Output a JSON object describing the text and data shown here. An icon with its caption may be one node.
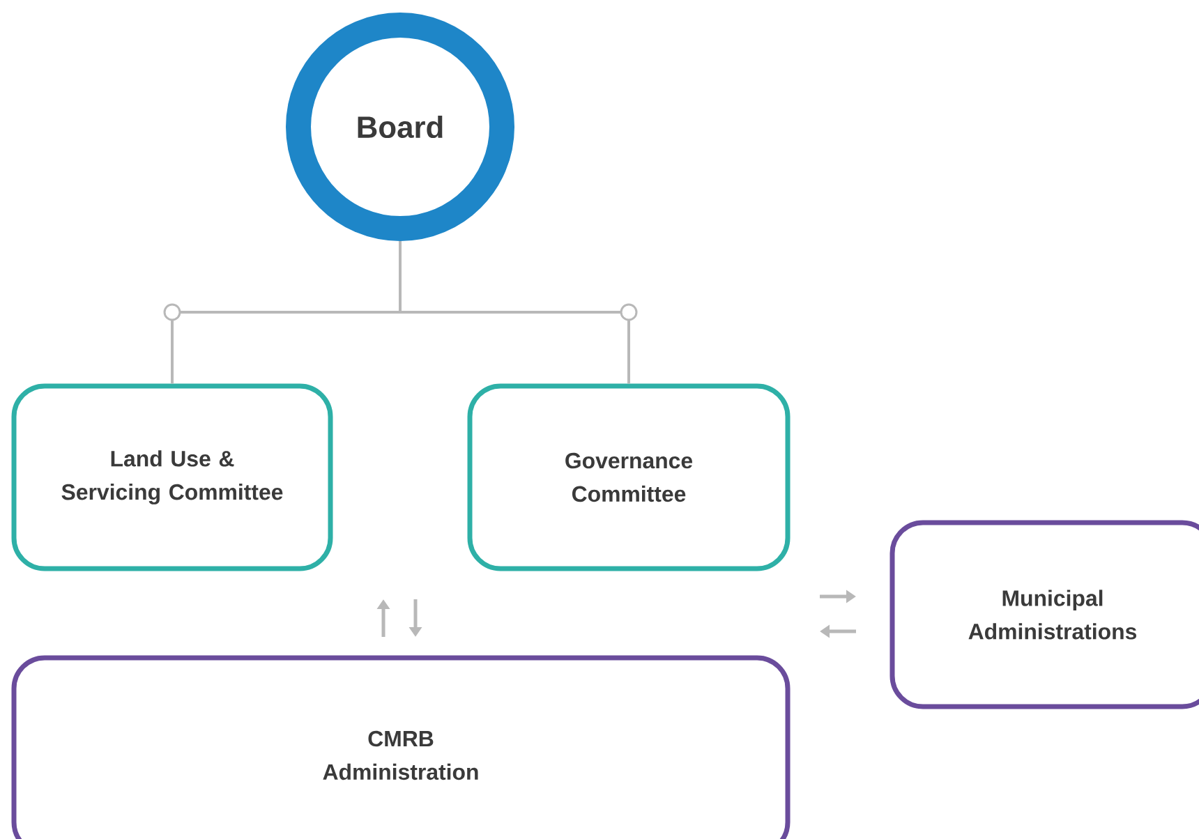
{
  "diagram": {
    "nodes": [
      {
        "text": [
          "Board"
        ]
      },
      {
        "text": [
          "Land Use & Servicing Committee"
        ]
      },
      {
        "text": [
          "Governance Committee"
        ]
      },
      {
        "text": [
          "Municipal Administrations"
        ]
      },
      {
        "text": [
          "CMRB Administration"
        ]
      }
    ],
    "edges": [
      {
        "from": 0,
        "to": 1,
        "arrow": "none"
      },
      {
        "from": 0,
        "to": 2,
        "arrow": "none"
      }
    ]
  }
}
